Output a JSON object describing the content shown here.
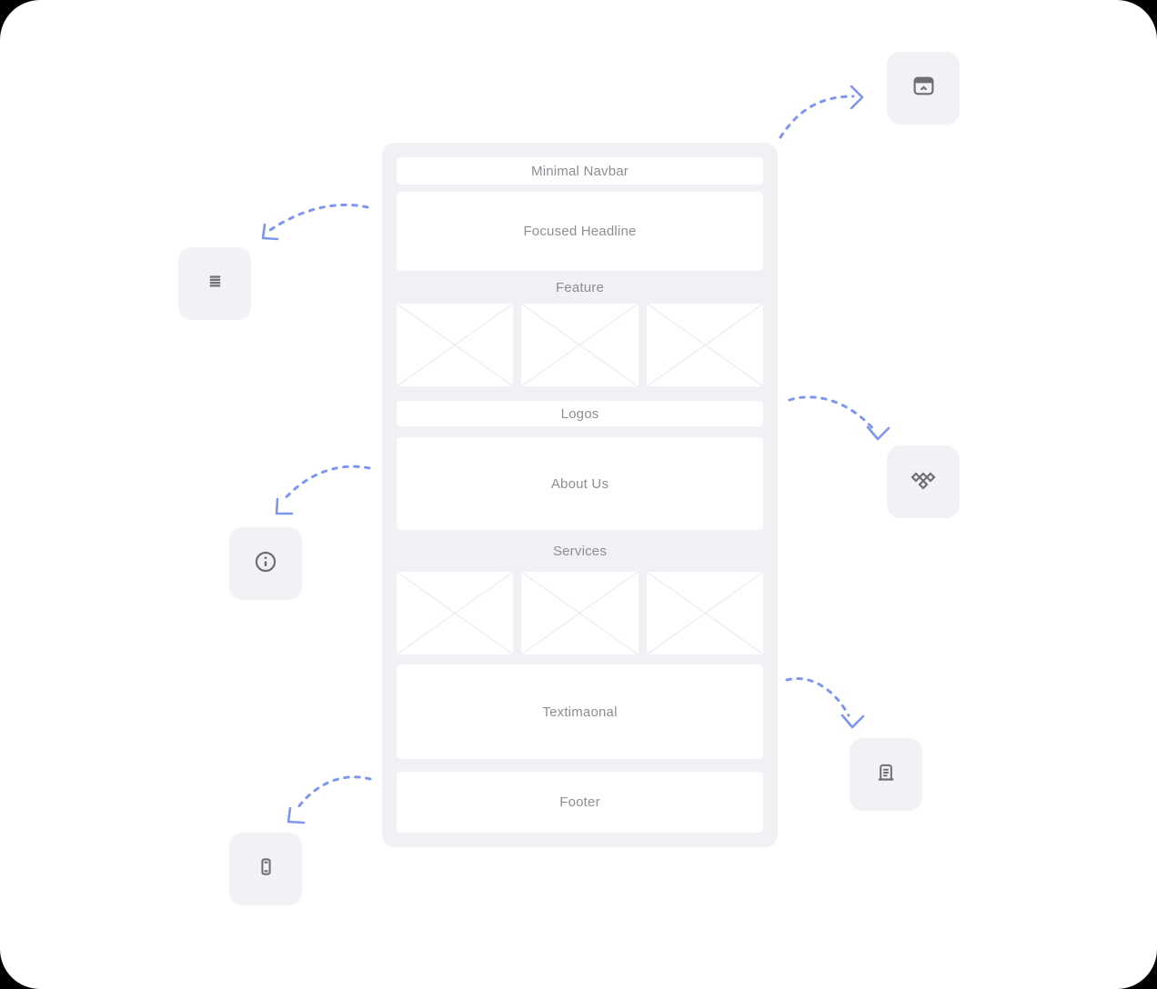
{
  "colors": {
    "page_bg": "#ffffff",
    "panel_bg": "#f1f0f4",
    "card_bg": "#f2f1f5",
    "section_bg": "#ffffff",
    "label_text": "#8d8d93",
    "icon_stroke": "#6d6d72",
    "arrow_blue": "#7e96ef",
    "placeholder_line": "#ece4f1"
  },
  "wireframe": {
    "navbar": "Minimal Navbar",
    "headline": "Focused Headline",
    "feature": "Feature",
    "logos": "Logos",
    "about": "About Us",
    "services": "Services",
    "testimonial": "Textimaonal",
    "footer": "Footer"
  },
  "icon_cards": {
    "navbar_card": "browser-window-chevron-icon",
    "menu_card": "menu-lines-icon",
    "info_card": "info-circle-icon",
    "logos_card": "diamond-cluster-icon",
    "testimonial_card": "signboard-text-icon",
    "footer_card": "mobile-frame-icon"
  }
}
